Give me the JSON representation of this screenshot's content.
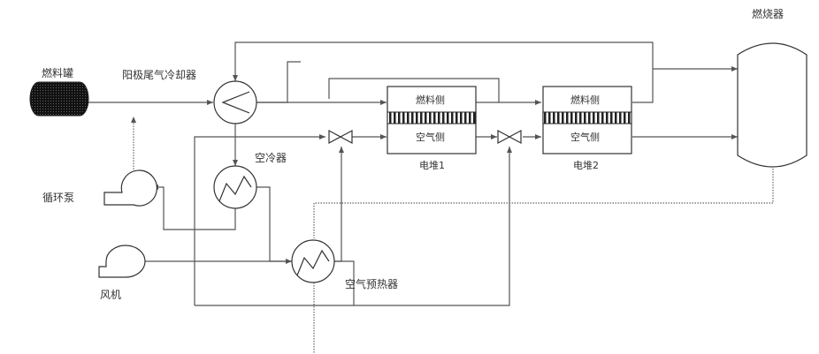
{
  "labels": {
    "fuel_tank": "燃料罐",
    "anode_cooler": "阳极尾气冷却器",
    "air_cooler": "空冷器",
    "pump": "循环泵",
    "fan": "风机",
    "air_preheater": "空气预热器",
    "stack1_fuel": "燃料侧",
    "stack1_air": "空气侧",
    "stack1_name": "电堆1",
    "stack2_fuel": "燃料侧",
    "stack2_air": "空气侧",
    "stack2_name": "电堆2",
    "burner": "燃烧器"
  }
}
